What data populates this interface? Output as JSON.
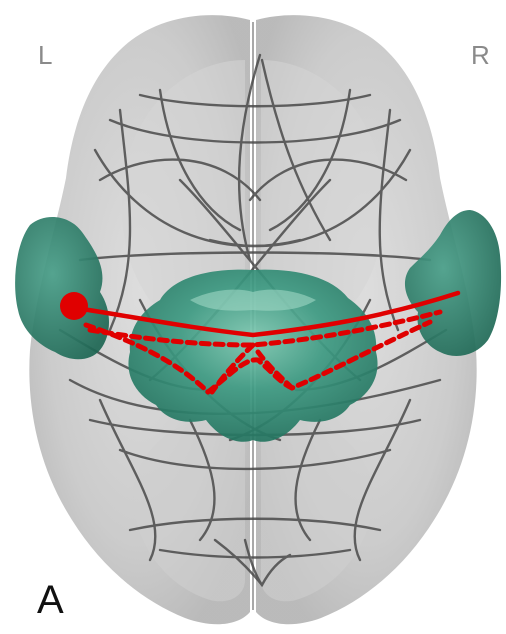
{
  "labels": {
    "left_hemisphere": "L",
    "right_hemisphere": "R",
    "panel": "A"
  },
  "colors": {
    "brain_shell": "#c4c4c4",
    "fiber": "#4a4a4a",
    "thalamus_structure": "#2f8a75",
    "temporal_structure": "#2b7a64",
    "highlighted_path": "#e00000"
  }
}
